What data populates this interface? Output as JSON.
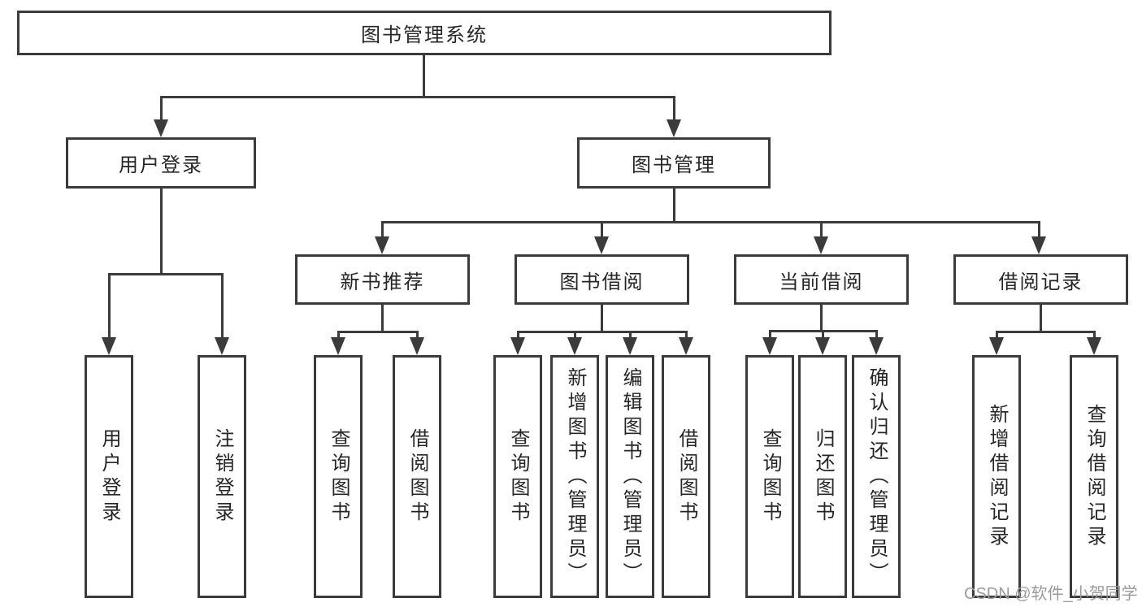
{
  "colors": {
    "line": "#3b3b3b",
    "text": "#262626",
    "watermark": "#9b9b9b",
    "background": "#ffffff"
  },
  "tree": {
    "root": "图书管理系统",
    "login": {
      "label": "用户登录",
      "children": [
        "用户登录",
        "注销登录"
      ]
    },
    "management": {
      "label": "图书管理",
      "groups": [
        {
          "label": "新书推荐",
          "children": [
            "查询图书",
            "借阅图书"
          ]
        },
        {
          "label": "图书借阅",
          "children": [
            "查询图书",
            "新增图书（管理员）",
            "编辑图书（管理员）",
            "借阅图书"
          ]
        },
        {
          "label": "当前借阅",
          "children": [
            "查询图书",
            "归还图书",
            "确认归还（管理员）"
          ]
        },
        {
          "label": "借阅记录",
          "children": [
            "新增借阅记录",
            "查询借阅记录"
          ]
        }
      ]
    }
  },
  "watermark": "CSDN @软件_小贺同学"
}
